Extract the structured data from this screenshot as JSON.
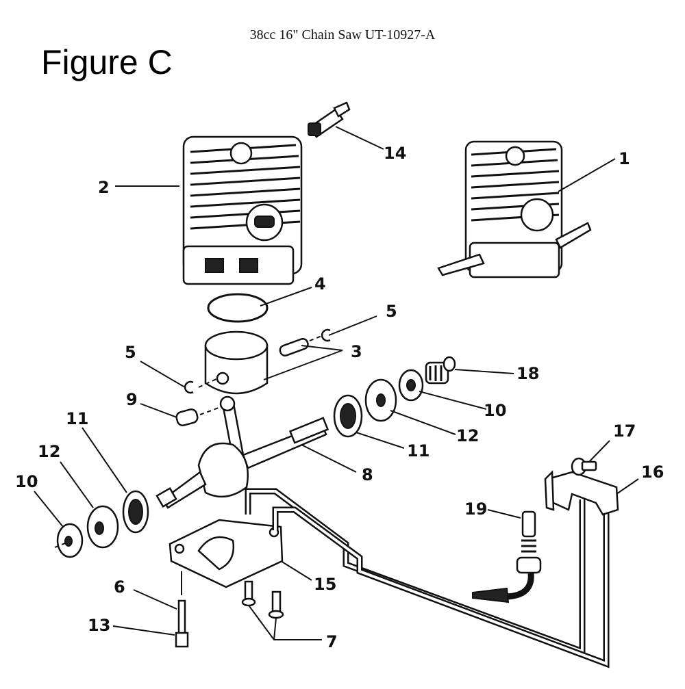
{
  "header": {
    "doc_title": "38cc 16\" Chain Saw UT-10927-A",
    "figure_label": "Figure C"
  },
  "callouts": {
    "c1": "1",
    "c2": "2",
    "c3": "3",
    "c4": "4",
    "c5a": "5",
    "c5b": "5",
    "c6": "6",
    "c7": "7",
    "c8": "8",
    "c9": "9",
    "c10a": "10",
    "c10b": "10",
    "c11a": "11",
    "c11b": "11",
    "c12a": "12",
    "c12b": "12",
    "c13": "13",
    "c14": "14",
    "c15": "15",
    "c16": "16",
    "c17": "17",
    "c18": "18",
    "c19": "19"
  }
}
